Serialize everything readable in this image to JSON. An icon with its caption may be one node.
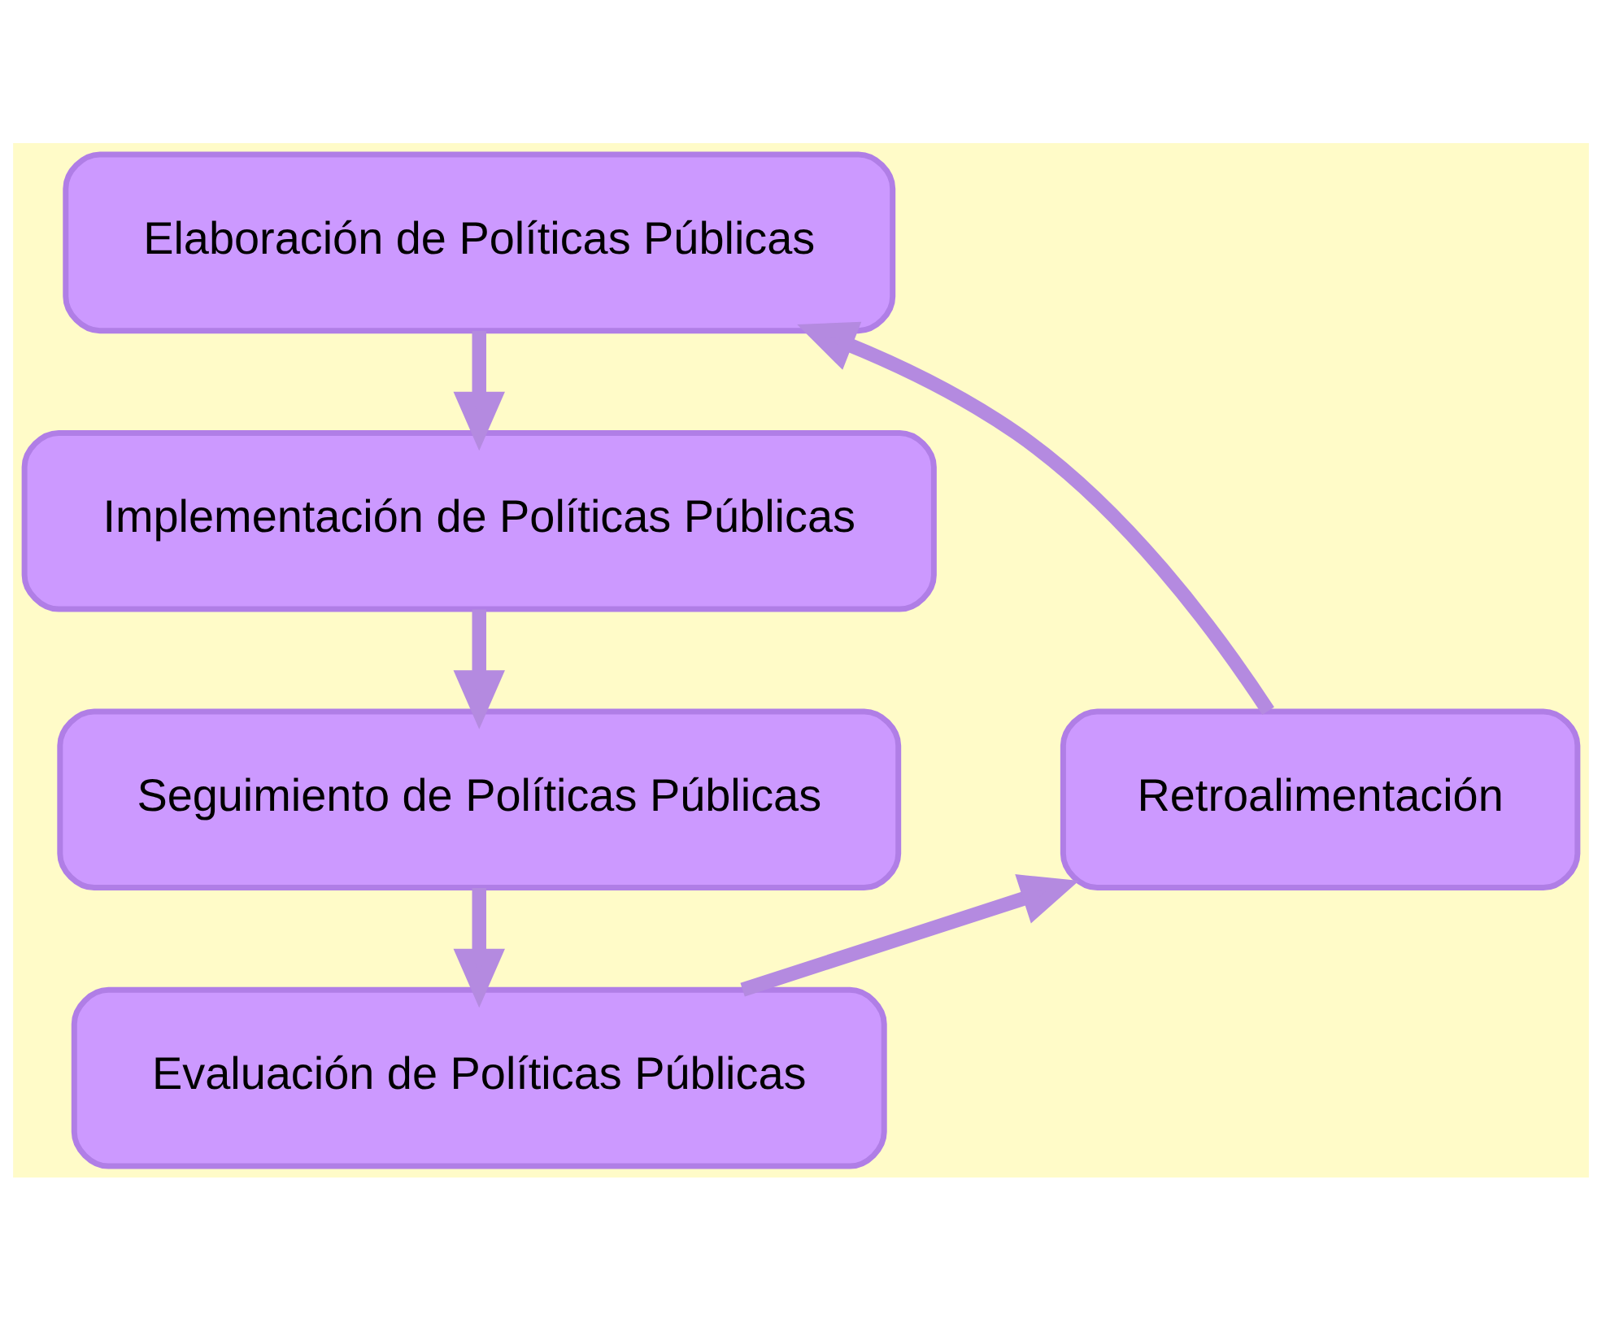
{
  "diagram": {
    "nodes": [
      {
        "text": [
          "Elaboración de Políticas Públicas"
        ]
      },
      {
        "text": [
          "Implementación de Políticas Públicas"
        ]
      },
      {
        "text": [
          "Seguimiento de Políticas Públicas"
        ]
      },
      {
        "text": [
          "Evaluación de Políticas Públicas"
        ]
      },
      {
        "text": [
          "Retroalimentación"
        ]
      }
    ],
    "edges": [
      {
        "from": 0,
        "to": 1,
        "arrow": "to"
      },
      {
        "from": 1,
        "to": 2,
        "arrow": "to"
      },
      {
        "from": 2,
        "to": 3,
        "arrow": "to"
      },
      {
        "from": 3,
        "to": 4,
        "arrow": "to"
      },
      {
        "from": 4,
        "to": 0,
        "arrow": "to"
      }
    ]
  }
}
